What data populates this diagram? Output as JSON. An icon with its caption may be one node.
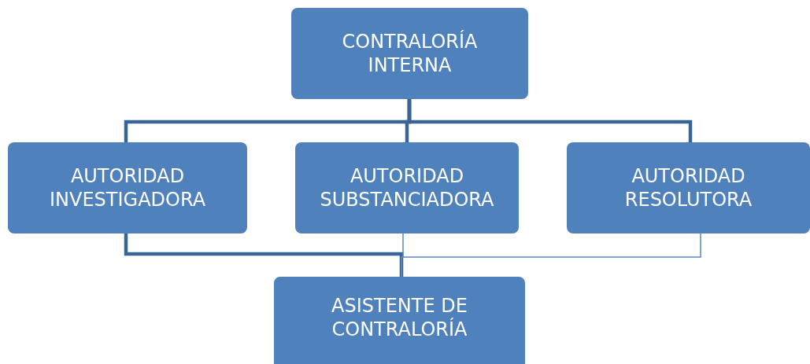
{
  "diagram": {
    "nodes": [
      {
        "text": [
          "CONTRALORÍA INTERNA"
        ]
      },
      {
        "text": [
          "AUTORIDAD INVESTIGADORA"
        ]
      },
      {
        "text": [
          "AUTORIDAD SUBSTANCIADORA"
        ]
      },
      {
        "text": [
          "AUTORIDAD RESOLUTORA"
        ]
      },
      {
        "text": [
          "ASISTENTE DE CONTRALORÍA"
        ]
      }
    ],
    "edges": [
      {
        "from": 0,
        "to": 1,
        "arrow": "none"
      },
      {
        "from": 0,
        "to": 2,
        "arrow": "none"
      },
      {
        "from": 0,
        "to": 3,
        "arrow": "none"
      },
      {
        "from": 1,
        "to": 4,
        "arrow": "none"
      },
      {
        "from": 2,
        "to": 4,
        "arrow": "none",
        "color": "#5b87bf"
      },
      {
        "from": 3,
        "to": 4,
        "arrow": "none",
        "color": "#5b87bf"
      }
    ]
  }
}
